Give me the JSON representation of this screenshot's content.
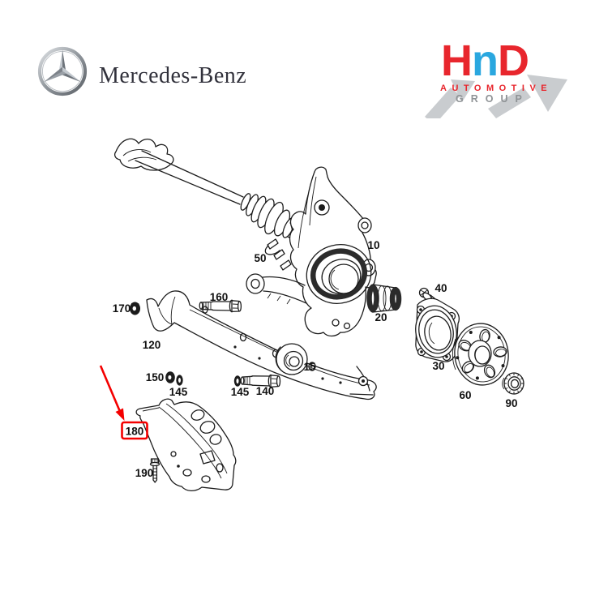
{
  "brand_header": {
    "brand_name": "Mercedes-Benz",
    "logo_icon": "mercedes-star-icon",
    "text_color": "#31313b"
  },
  "seller_logo": {
    "letters": [
      {
        "char": "H",
        "color": "#e8262d"
      },
      {
        "char": "n",
        "color": "#2aa7df"
      },
      {
        "char": "D",
        "color": "#e8262d"
      }
    ],
    "subtitle_line1": "AUTOMOTIVE",
    "subtitle_line2": "GROUP",
    "subtitle1_color": "#e8262d",
    "subtitle2_color": "#8f9396",
    "arrow_color": "#c9cccf"
  },
  "diagram": {
    "line_color": "#1c1c1c",
    "highlight_color": "#f40000",
    "highlighted_part_id": "180",
    "labels": [
      {
        "id": "10"
      },
      {
        "id": "15"
      },
      {
        "id": "20"
      },
      {
        "id": "30"
      },
      {
        "id": "40"
      },
      {
        "id": "50"
      },
      {
        "id": "60"
      },
      {
        "id": "90"
      },
      {
        "id": "120"
      },
      {
        "id": "140"
      },
      {
        "id": "145"
      },
      {
        "id": "145"
      },
      {
        "id": "150"
      },
      {
        "id": "160"
      },
      {
        "id": "170"
      },
      {
        "id": "180"
      },
      {
        "id": "190"
      }
    ]
  }
}
